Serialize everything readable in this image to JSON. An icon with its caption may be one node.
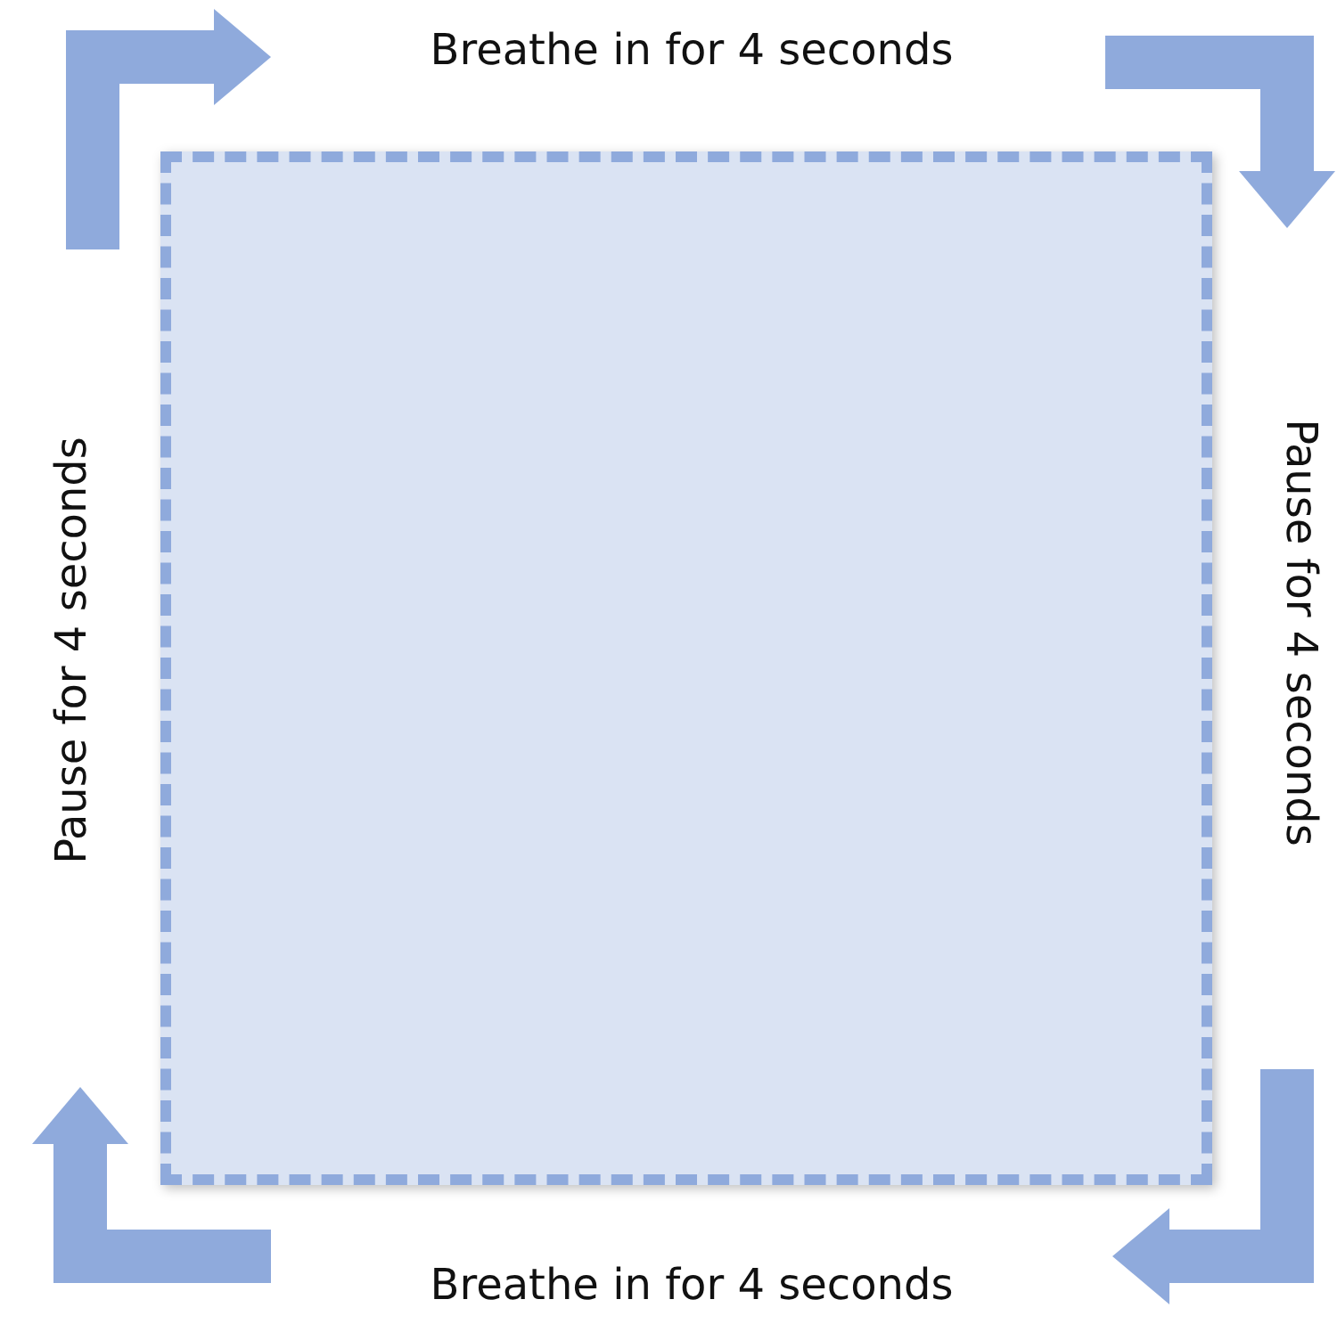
{
  "diagram": {
    "nodes": [
      {
        "text": [
          "Breathe in for 4 seconds"
        ]
      },
      {
        "text": [
          "Pause for 4 seconds"
        ]
      },
      {
        "text": [
          "Pause for 4 seconds"
        ]
      },
      {
        "text": [
          "Breathe in for 4 seconds"
        ]
      },
      {
        "text": [],
        "shape": "box"
      }
    ]
  }
}
